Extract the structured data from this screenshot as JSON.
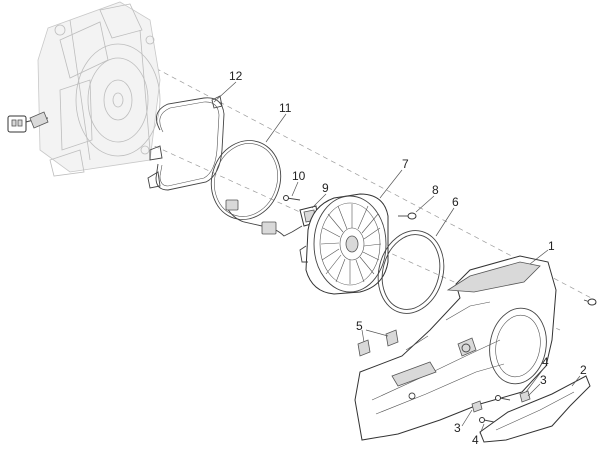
{
  "callouts": [
    {
      "id": "c12",
      "label": "12"
    },
    {
      "id": "c11",
      "label": "11"
    },
    {
      "id": "c10",
      "label": "10"
    },
    {
      "id": "c9",
      "label": "9"
    },
    {
      "id": "c7",
      "label": "7"
    },
    {
      "id": "c8",
      "label": "8"
    },
    {
      "id": "c6",
      "label": "6"
    },
    {
      "id": "c1",
      "label": "1"
    },
    {
      "id": "c5",
      "label": "5"
    },
    {
      "id": "c4a",
      "label": "4"
    },
    {
      "id": "c3a",
      "label": "3"
    },
    {
      "id": "c2",
      "label": "2"
    },
    {
      "id": "c3b",
      "label": "3"
    },
    {
      "id": "c4b",
      "label": "4"
    }
  ]
}
